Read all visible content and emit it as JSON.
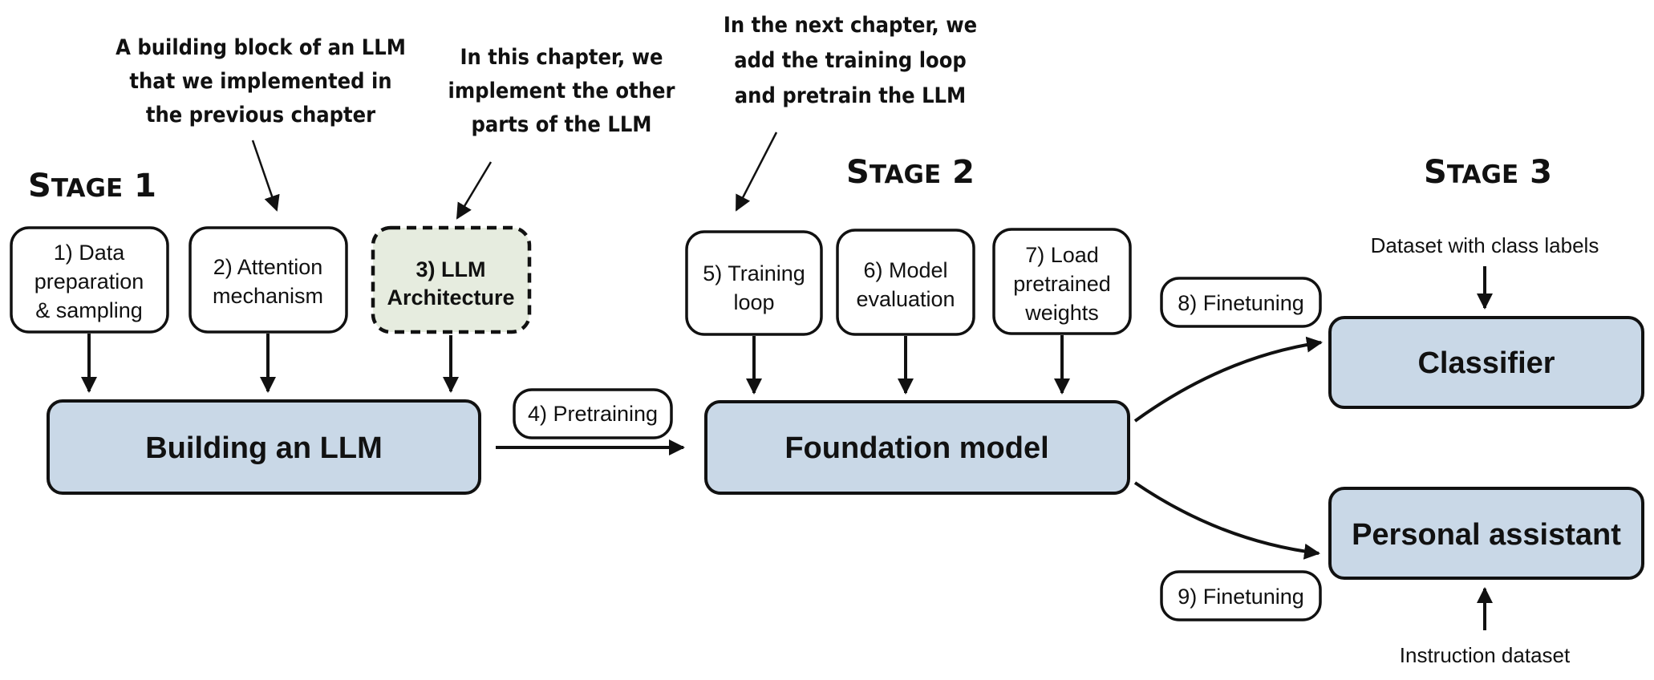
{
  "stages": {
    "stage1": "Stage 1",
    "stage2": "Stage 2",
    "stage3": "Stage 3"
  },
  "annotations": {
    "prev_chapter": [
      "A building block of an LLM",
      "that we implemented in",
      "the previous chapter"
    ],
    "this_chapter": [
      "In this chapter, we",
      "implement the other",
      "parts of the LLM"
    ],
    "next_chapter": [
      "In the next chapter, we",
      "add the training loop",
      "and pretrain the LLM"
    ]
  },
  "steps": {
    "data_prep": [
      "1) Data",
      "preparation",
      "& sampling"
    ],
    "attention": [
      "2) Attention",
      "mechanism"
    ],
    "architecture": [
      "3) LLM",
      "Architecture"
    ],
    "pretraining": "4) Pretraining",
    "training_loop": [
      "5) Training",
      "loop"
    ],
    "model_eval": [
      "6) Model",
      "evaluation"
    ],
    "load_weights": [
      "7) Load",
      "pretrained",
      "weights"
    ],
    "finetuning_8": "8) Finetuning",
    "finetuning_9": "9) Finetuning"
  },
  "main_boxes": {
    "building": "Building an LLM",
    "foundation": "Foundation model",
    "classifier": "Classifier",
    "assistant": "Personal assistant"
  },
  "inputs": {
    "class_labels": "Dataset with class labels",
    "instruction": "Instruction dataset"
  },
  "colors": {
    "main_box_fill": "#c9d8e7",
    "highlight_box_fill": "#e6ecdf",
    "stroke": "#111111"
  }
}
